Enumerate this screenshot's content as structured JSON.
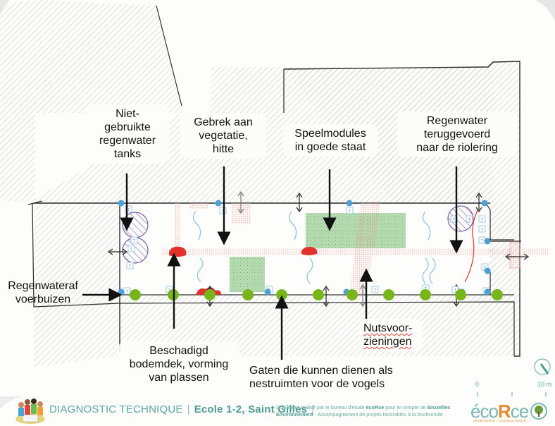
{
  "labels": {
    "unused_tanks": "Niet-gebruikte regenwater tanks",
    "lack_vegetation": "Gebrek aan vegetatie, hitte",
    "play_modules": "Speelmodules in goede staat",
    "rainwater_sewer": "Regenwater teruggevoerd naar de riolering",
    "downpipes": "Regenwaterafvoerbuizen",
    "damaged_ground": "Beschadigd bodemdek, vorming van plassen",
    "bird_holes": "Gaten die kunnen dienen als nestruimten voor de vogels",
    "utilities": "Nutsvoorzieningen"
  },
  "label_lines": {
    "unused_tanks": [
      "Niet-",
      "gebruikte",
      "regenwater",
      "tanks"
    ],
    "lack_vegetation": [
      "Gebrek aan",
      "vegetatie,",
      "hitte"
    ],
    "play_modules": [
      "Speelmodules",
      "in goede staat"
    ],
    "rainwater_sewer": [
      "Regenwater",
      "teruggevoerd",
      "naar de riolering"
    ],
    "downpipes": [
      "Regenwateraf",
      "voerbuizen"
    ],
    "damaged_ground": [
      "Beschadigd",
      "bodemdek, vorming",
      "van plassen"
    ],
    "bird_holes": [
      "Gaten die kunnen dienen als",
      "nestruimten voor de vogels"
    ],
    "utilities": [
      "Nutsvoor-",
      "zieningen"
    ]
  },
  "map_symbols": {
    "tank_marker": "T",
    "colors": {
      "hatch": "#c8c8c8",
      "wall": "#2b2b2b",
      "green_dot": "#77b51a",
      "blue_dot": "#4d9fd6",
      "damage_red": "#e0322b",
      "vegetation_green": "#a9d3a0",
      "grid_pink": "#e8a8a0",
      "tank_purple": "#7a5ea8",
      "flow_blue": "#8bbfdf",
      "accent_teal": "#5aa79f"
    }
  },
  "scale": {
    "start": "0",
    "end": "10 m"
  },
  "footer": {
    "title_part1": "DIAGNOSTIC TECHNIQUE",
    "title_part2": "Ecole 1-2, Saint Gilles",
    "doc_line1_a": "Document réalisé par le bureau d'étude ",
    "doc_line1_b": "écoRce",
    "doc_line1_c": " pour le compte de ",
    "doc_line1_d": "Bruxelles",
    "doc_line2_a": "Environnement",
    "doc_line2_b": " - Accompagnement de projets favorables à la biodiversité",
    "brand_pre": "éco",
    "brand_r": "R",
    "brand_post": "ce",
    "brand_sub": "INGÉNIERIE | CONSULTANCE"
  }
}
